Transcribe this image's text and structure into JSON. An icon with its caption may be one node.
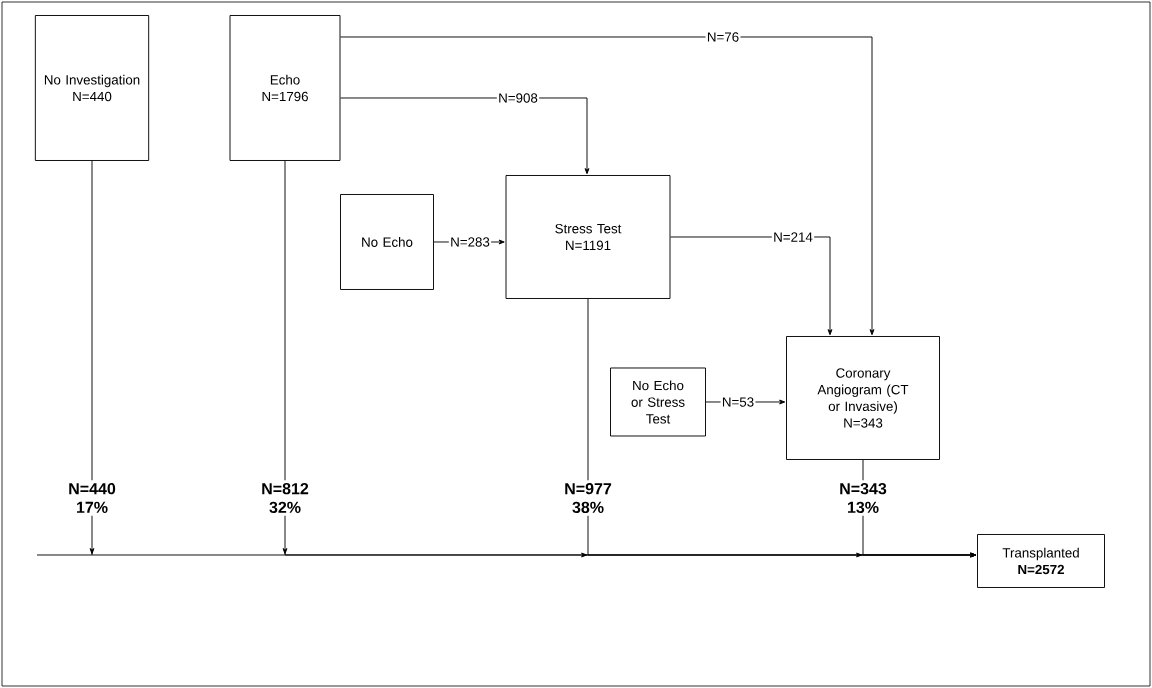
{
  "diagram": {
    "nodes": [
      {
        "text": [
          "No Investigation N=440"
        ]
      },
      {
        "text": [
          "Echo N=1796"
        ]
      },
      {
        "text": [
          "No Echo"
        ]
      },
      {
        "text": [
          "Stress Test N=1191"
        ]
      },
      {
        "text": [
          "No Echo or Stress Test"
        ]
      },
      {
        "text": [
          "Coronary Angiogram (CT or Invasive) N=343"
        ]
      },
      {
        "text": [
          "Transplanted",
          "N=2572"
        ]
      }
    ],
    "edges": [
      {
        "from": 0,
        "to": 6,
        "arrow": "to",
        "label": "N=440 17%"
      },
      {
        "from": 1,
        "to": 6,
        "arrow": "to",
        "label": "N=812 32%"
      },
      {
        "from": 3,
        "to": 6,
        "arrow": "to",
        "label": "N=977 38%"
      },
      {
        "from": 5,
        "to": 6,
        "arrow": "to",
        "label": "N=343 13%"
      },
      {
        "from": 1,
        "to": 5,
        "arrow": "to",
        "label": "N=76"
      },
      {
        "from": 1,
        "to": 3,
        "arrow": "to",
        "label": "N=908"
      },
      {
        "from": 2,
        "to": 3,
        "arrow": "to",
        "label": "N=283"
      },
      {
        "from": 3,
        "to": 5,
        "arrow": "to",
        "label": "N=214"
      },
      {
        "from": 4,
        "to": 5,
        "arrow": "to",
        "label": "N=53"
      }
    ]
  }
}
